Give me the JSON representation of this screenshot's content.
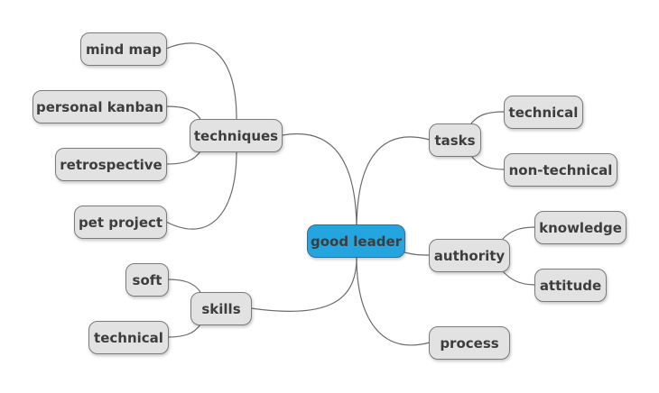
{
  "colors": {
    "root_fill": "#25a5e0",
    "node_fill": "#e2e2e2",
    "node_border": "#7a7a7a",
    "link": "#6b6b6b"
  },
  "root": {
    "label": "good leader"
  },
  "branches": {
    "techniques": {
      "label": "techniques",
      "children": [
        "mind map",
        "personal kanban",
        "retrospective",
        "pet project"
      ]
    },
    "skills": {
      "label": "skills",
      "children": [
        "soft",
        "technical"
      ]
    },
    "tasks": {
      "label": "tasks",
      "children": [
        "technical",
        "non-technical"
      ]
    },
    "authority": {
      "label": "authority",
      "children": [
        "knowledge",
        "attitude"
      ]
    },
    "process": {
      "label": "process",
      "children": []
    }
  }
}
